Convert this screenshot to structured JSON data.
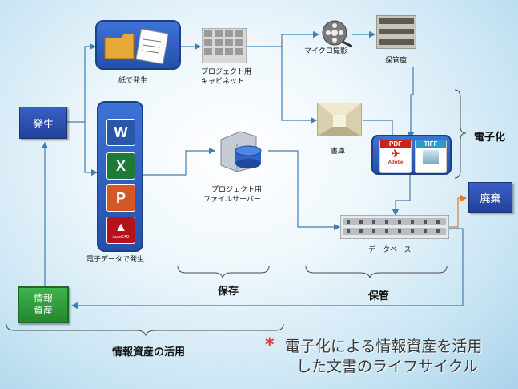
{
  "nodes": {
    "origin": "発生",
    "paper": "紙で発生",
    "cabinet": [
      "プロジェクト用",
      "キャビネット"
    ],
    "micro": "マイクロ撮影",
    "vault": "保管庫",
    "library": "書庫",
    "fileserver": [
      "プロジェクト用",
      "ファイルサーバー"
    ],
    "edata": "電子データで発生",
    "database": "データベース",
    "disposal": "廃棄",
    "assets": [
      "情報",
      "資産"
    ]
  },
  "icons": {
    "pdf": "PDF",
    "pdf_sub": "Adobe",
    "tiff": "TIFF",
    "word": "W",
    "excel": "X",
    "ppt": "P",
    "autocad": "AutoCAD"
  },
  "labels": {
    "digitize": "電子化",
    "store": "保存",
    "keep": "保管",
    "usage": "情報資産の活用"
  },
  "title": {
    "star": "*",
    "line1": "電子化による情報資産を活用",
    "line2": "した文書のライフサイクル"
  },
  "colors": {
    "blue_box": "#2b4fb0",
    "green_box": "#2f9e3c",
    "panel_blue": "#2c5fc4",
    "connector": "#3f7fb3",
    "disposal_arrow": "#e07b2e"
  }
}
